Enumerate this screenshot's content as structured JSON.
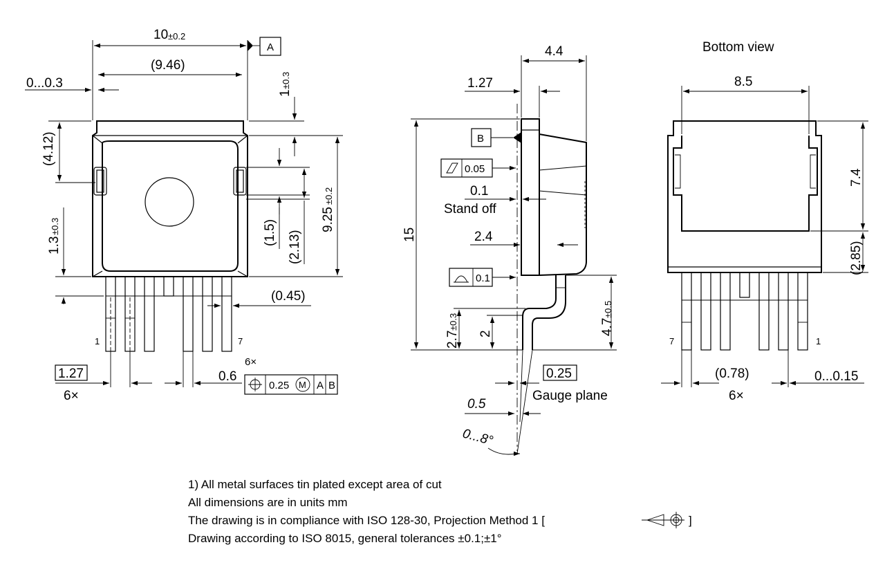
{
  "front": {
    "width": "10",
    "width_tol": "±0.2",
    "datum_a": "A",
    "inner_width": "(9.46)",
    "offset": "0...0.3",
    "top_step": "1",
    "top_step_tol": "±0.3",
    "ref_412": "(4.12)",
    "height": "9.25",
    "height_tol": "±0.2",
    "tab_h": "(1.5)",
    "tab_h2": "(2.13)",
    "lead_off": "1.3",
    "lead_off_tol": "±0.3",
    "lead_w": "(0.45)",
    "pin_first": "1",
    "pin_last": "7",
    "pitch": "1.27",
    "pitch_count": "6×",
    "lead_width": "0.6",
    "pos_count": "6×",
    "pos_tol": "0.25",
    "pos_mod": "M",
    "pos_a": "A",
    "pos_b": "B"
  },
  "side": {
    "top_w": "4.4",
    "lead_t": "1.27",
    "datum_b": "B",
    "flat_tol": "0.05",
    "standoff": "0.1",
    "standoff_label": "Stand off",
    "total_h": "15",
    "lead_pos": "2.4",
    "profile_tol": "0.1",
    "bend_h": "2.7",
    "bend_h_tol": "±0.3",
    "bend_2": "2",
    "lead_len": "4.7",
    "lead_len_tol": "±0.5",
    "gauge": "0.25",
    "gauge_label": "Gauge plane",
    "foot": "0.5",
    "angle": "0...8°"
  },
  "bottom": {
    "title": "Bottom view",
    "width": "8.5",
    "height": "7.4",
    "ref_285": "(2.85)",
    "ref_078": "(0.78)",
    "count": "6×",
    "range": "0...0.15",
    "pin_first": "7",
    "pin_last": "1"
  },
  "notes": {
    "line1": "1) All metal surfaces tin plated except area of cut",
    "line2": "All dimensions are in units mm",
    "line3a": "The drawing is in compliance with ISO 128-30, Projection Method 1 [",
    "line3b": "]",
    "line4": "Drawing according to ISO 8015, general tolerances ±0.1;±1°"
  }
}
